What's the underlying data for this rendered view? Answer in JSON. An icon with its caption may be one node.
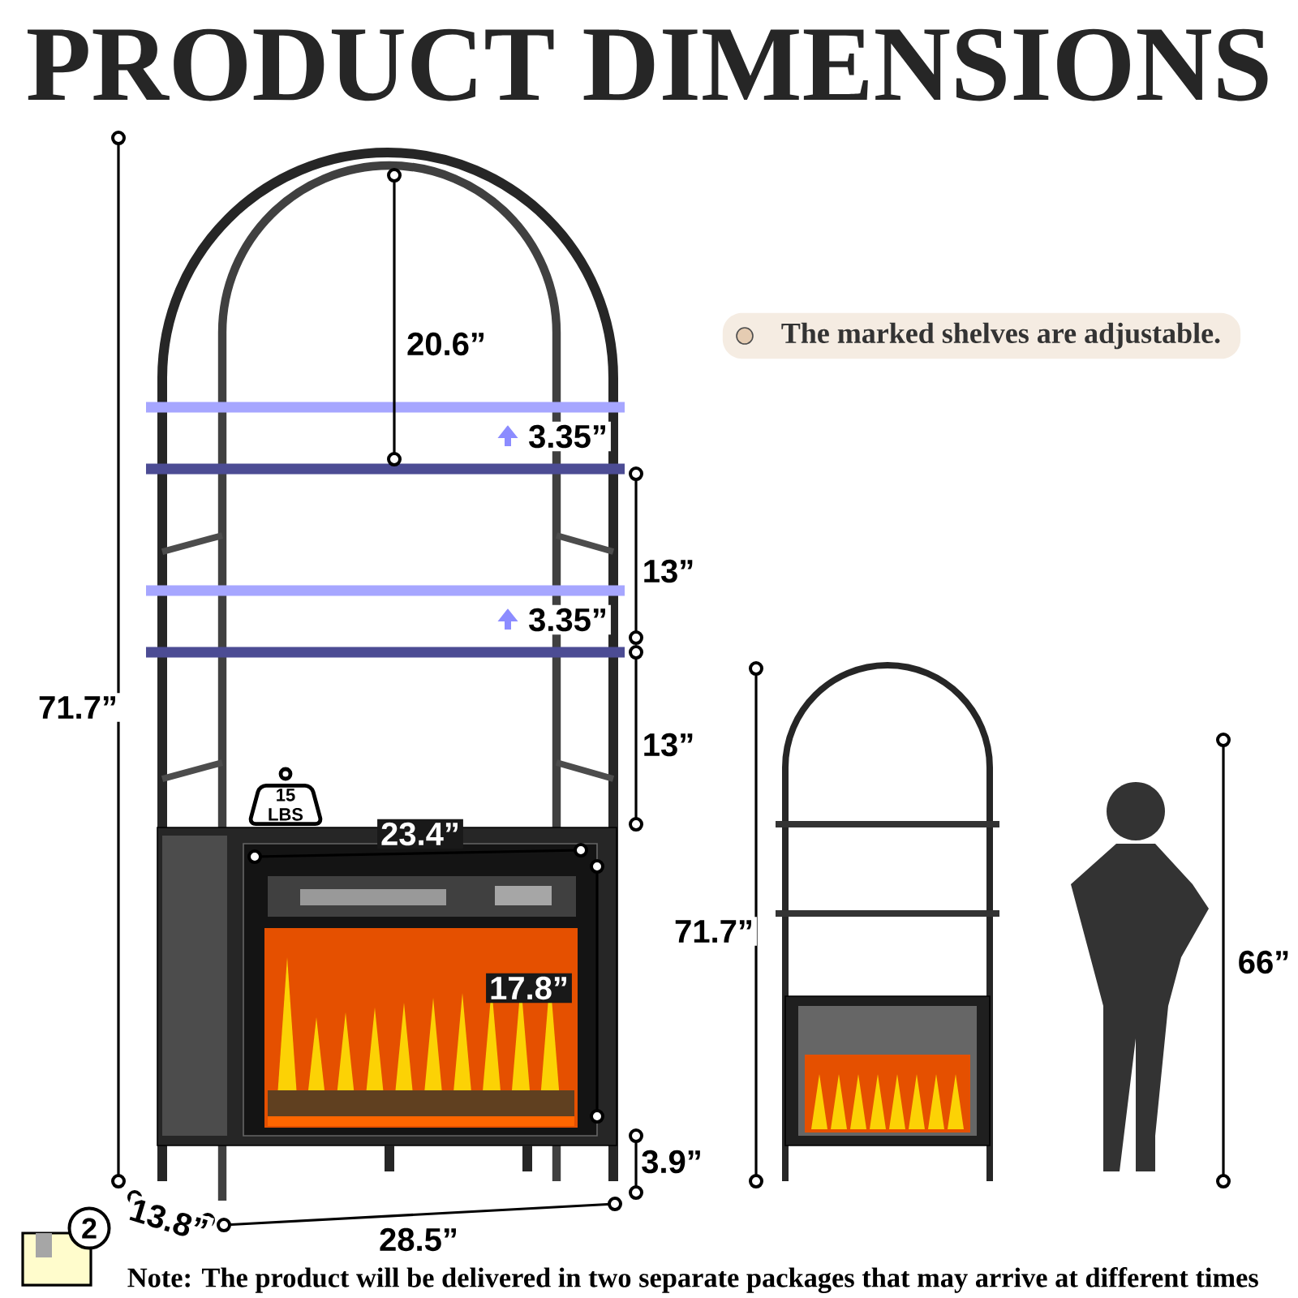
{
  "diagram": {
    "title": "PRODUCT DIMENSIONS",
    "nodes": [
      {
        "text": [
          "The marked shelves are adjustable."
        ]
      },
      {
        "text": [
          "15 LBS"
        ]
      },
      {
        "text": [
          "2"
        ]
      }
    ],
    "labels": [
      "20.6”",
      "3.35”",
      "13”",
      "3.35”",
      "13”",
      "71.7”",
      "23.4”",
      "17.8”",
      "3.9”",
      "13.8”",
      "28.5”",
      "71.7”",
      "66”",
      "Note: The product will be delivered in two separate packages that may arrive at different times"
    ]
  }
}
